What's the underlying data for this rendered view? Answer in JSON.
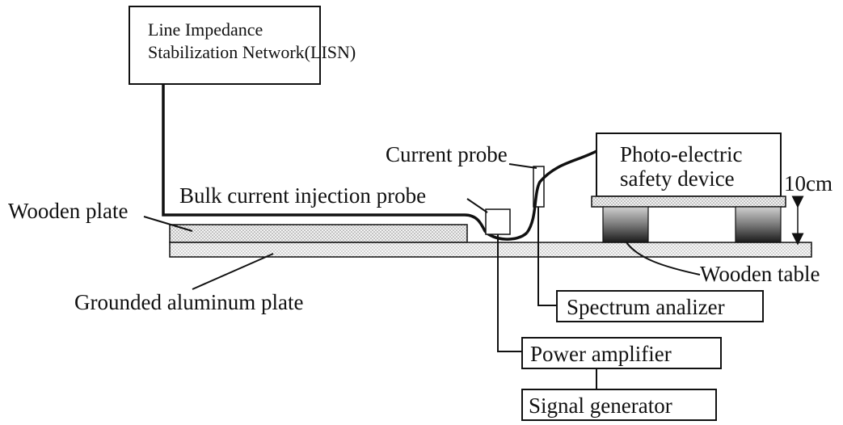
{
  "lisn": {
    "line1": "Line Impedance",
    "line2": "Stabilization Network(LISN)"
  },
  "labels": {
    "current_probe": "Current probe",
    "bulk_current_injection_probe": "Bulk current injection probe",
    "wooden_plate": "Wooden plate",
    "grounded_aluminum_plate": "Grounded aluminum plate",
    "wooden_table": "Wooden table",
    "height": "10cm"
  },
  "eut": {
    "line1": "Photo-electric",
    "line2": "safety device"
  },
  "instruments": {
    "spectrum_analyzer": "Spectrum analizer",
    "power_amplifier": "Power amplifier",
    "signal_generator": "Signal generator"
  }
}
